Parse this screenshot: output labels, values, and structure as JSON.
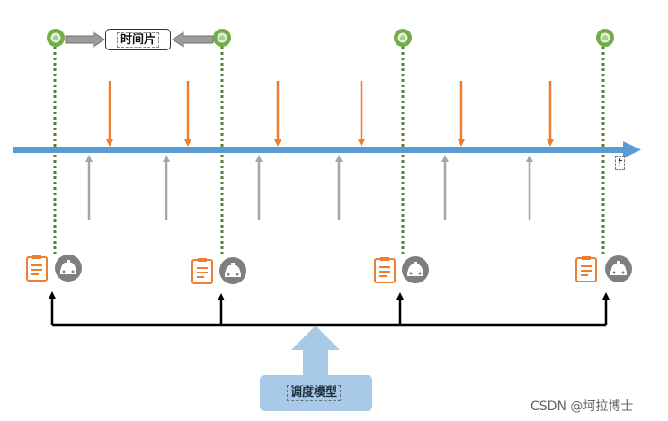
{
  "diagram": {
    "time_slice_label": "时间片",
    "axis_label": "t",
    "model_label": "调度模型",
    "watermark": "CSDN @坷拉博士",
    "colors": {
      "axis": "#5b9bd5",
      "order_arrow": "#ed7d31",
      "car_arrow": "#a6a6a6",
      "slice_marker": "#70ad47",
      "dotted_line": "#548235",
      "order_icon": "#ed7d31",
      "car_icon": "#7f7f7f",
      "model_box": "#a9c9e8",
      "bracket": "#000000"
    },
    "icons": [
      "slice-marker-icon",
      "order-clipboard-icon",
      "taxi-car-icon",
      "time-axis-arrow"
    ]
  }
}
